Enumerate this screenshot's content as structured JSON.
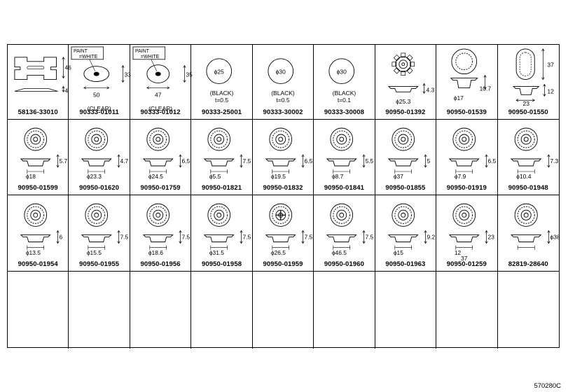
{
  "catalog_ref": "570280C",
  "parts": [
    {
      "part_no": "58136-33010",
      "dims": [
        "46",
        "4"
      ]
    },
    {
      "part_no": "90333-01011",
      "label": "PAINT\n=WHITE",
      "dims": [
        "33",
        "50"
      ],
      "note": [
        "(CLEAR)"
      ]
    },
    {
      "part_no": "90333-01012",
      "label": "PAINT\n=WHITE",
      "dims": [
        "35",
        "47"
      ],
      "note": [
        "(CLEAR)"
      ]
    },
    {
      "part_no": "90333-25001",
      "dims": [
        "ϕ25"
      ],
      "note": [
        "(BLACK)",
        "t=0.5"
      ]
    },
    {
      "part_no": "90333-30002",
      "dims": [
        "ϕ30"
      ],
      "note": [
        "(BLACK)",
        "t=0.5"
      ]
    },
    {
      "part_no": "90333-30008",
      "dims": [
        "ϕ30"
      ],
      "note": [
        "(BLACK)",
        "t=0.1"
      ]
    },
    {
      "part_no": "90950-01392",
      "dims": [
        "4.3",
        "ϕ25.3"
      ]
    },
    {
      "part_no": "90950-01539",
      "dims": [
        "10.7",
        "ϕ17"
      ]
    },
    {
      "part_no": "90950-01550",
      "dims": [
        "37",
        "12",
        "23"
      ]
    },
    {
      "part_no": "90950-01599",
      "dims": [
        "5.7",
        "ϕ18"
      ]
    },
    {
      "part_no": "90950-01620",
      "dims": [
        "4.7",
        "ϕ23.3"
      ]
    },
    {
      "part_no": "90950-01759",
      "dims": [
        "6.5",
        "ϕ24.5"
      ]
    },
    {
      "part_no": "90950-01821",
      "dims": [
        "7.5",
        "ϕ5.5"
      ]
    },
    {
      "part_no": "90950-01832",
      "dims": [
        "6.5",
        "ϕ19.5"
      ]
    },
    {
      "part_no": "90950-01841",
      "dims": [
        "5.5",
        "ϕ8.7"
      ]
    },
    {
      "part_no": "90950-01855",
      "dims": [
        "5",
        "ϕ37"
      ]
    },
    {
      "part_no": "90950-01919",
      "dims": [
        "6.5",
        "ϕ7.9"
      ]
    },
    {
      "part_no": "90950-01948",
      "dims": [
        "7.3",
        "ϕ10.4"
      ]
    },
    {
      "part_no": "90950-01954",
      "dims": [
        "6",
        "ϕ13.5"
      ]
    },
    {
      "part_no": "90950-01955",
      "dims": [
        "7.5",
        "ϕ15.5"
      ]
    },
    {
      "part_no": "90950-01956",
      "dims": [
        "7.5",
        "ϕ18.6"
      ]
    },
    {
      "part_no": "90950-01958",
      "dims": [
        "7.5",
        "ϕ31.5"
      ]
    },
    {
      "part_no": "90950-01959",
      "dims": [
        "7.5",
        "ϕ26.5"
      ]
    },
    {
      "part_no": "90950-01960",
      "dims": [
        "7.5",
        "ϕ46.5"
      ]
    },
    {
      "part_no": "90950-01963",
      "dims": [
        "9.2",
        "ϕ15"
      ]
    },
    {
      "part_no": "90950-01259",
      "dims": [
        "23",
        "12",
        "37"
      ]
    },
    {
      "part_no": "82819-28640",
      "dims": [
        "ϕ38"
      ]
    }
  ]
}
